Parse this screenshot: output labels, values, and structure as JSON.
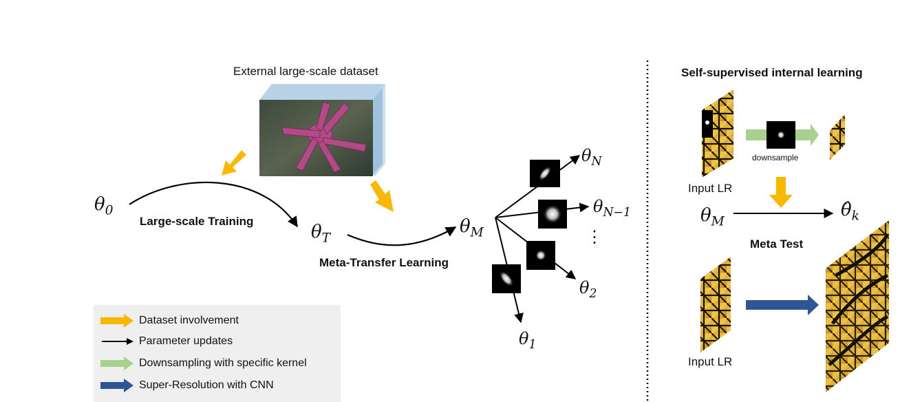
{
  "left_panel": {
    "dataset_label": "External large-scale dataset",
    "large_scale_training": "Large-scale Training",
    "meta_transfer_learning": "Meta-Transfer Learning",
    "theta_0": "θ",
    "theta_0_sub": "0",
    "theta_T": "θ",
    "theta_T_sub": "T",
    "theta_M": "θ",
    "theta_M_sub": "M",
    "theta_N": "θ",
    "theta_N_sub": "N",
    "theta_N1": "θ",
    "theta_N1_sub": "N−1",
    "theta_2": "θ",
    "theta_2_sub": "2",
    "theta_1": "θ",
    "theta_1_sub": "1",
    "ellipsis": "⋮"
  },
  "right_panel": {
    "title": "Self-supervised internal learning",
    "downsample_label": "downsample",
    "input_lr_top": "Input LR",
    "input_lr_bottom": "Input LR",
    "meta_test": "Meta Test",
    "theta_M": "θ",
    "theta_M_sub": "M",
    "theta_hat": "θ̂",
    "theta_hat_sub": "k"
  },
  "legend": {
    "items": [
      {
        "label": "Dataset involvement",
        "color": "#f9b800",
        "kind": "fat-arrow"
      },
      {
        "label": "Parameter updates",
        "color": "#000000",
        "kind": "thin-arrow"
      },
      {
        "label": "Downsampling with specific kernel",
        "color": "#a9d18e",
        "kind": "fat-arrow"
      },
      {
        "label": "Super-Resolution with CNN",
        "color": "#2f5597",
        "kind": "fat-arrow"
      }
    ]
  },
  "colors": {
    "dataset_arrow": "#f9b800",
    "downsample_arrow": "#a9d18e",
    "sr_arrow": "#2f5597",
    "legend_bg": "#efefef"
  },
  "icons": [
    "starfish-image",
    "butterfly-image",
    "blur-kernel-icon"
  ]
}
